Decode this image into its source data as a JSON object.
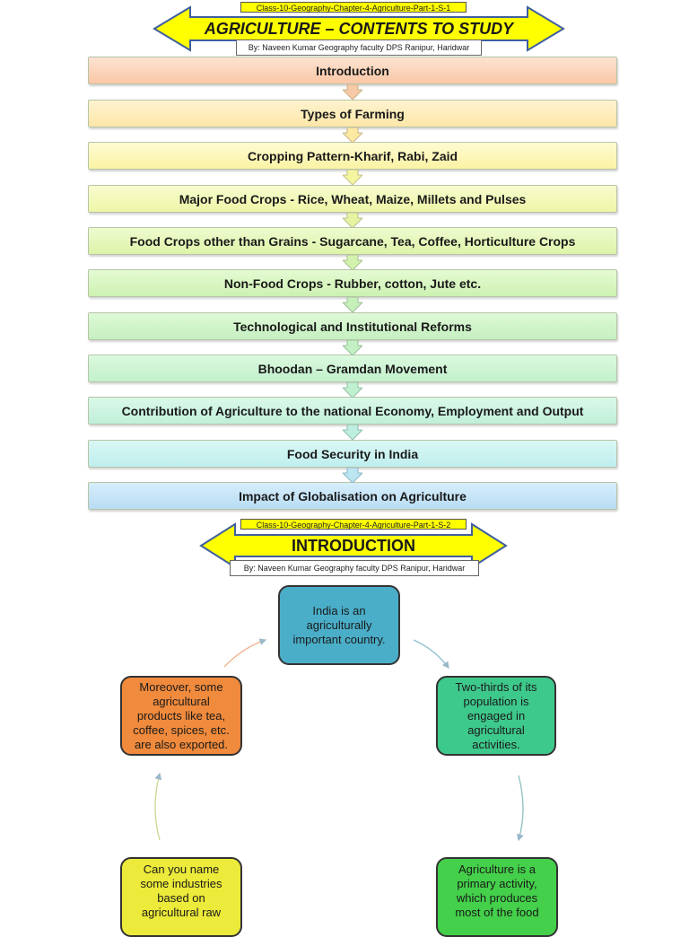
{
  "section1": {
    "tag": "Class-10-Geography-Chapter-4-Agriculture-Part-1-S-1",
    "title": "AGRICULTURE – CONTENTS TO STUDY ABOUT",
    "byline": "By: Naveen Kumar Geography faculty DPS Ranipur, Haridwar",
    "items": [
      "Introduction",
      "Types of Farming",
      "Cropping Pattern-Kharif, Rabi, Zaid",
      "Major Food Crops - Rice, Wheat, Maize, Millets and Pulses",
      "Food Crops other than Grains - Sugarcane, Tea, Coffee, Horticulture Crops",
      "Non-Food Crops - Rubber, cotton, Jute etc.",
      "Technological and Institutional Reforms",
      "Bhoodan – Gramdan Movement",
      "Contribution of Agriculture to the national Economy, Employment and Output",
      "Food Security in India",
      "Impact of Globalisation on Agriculture"
    ]
  },
  "section2": {
    "tag": "Class-10-Geography-Chapter-4-Agriculture-Part-1-S-2",
    "title": "INTRODUCTION",
    "byline": "By: Naveen Kumar Geography faculty DPS Ranipur, Haridwar",
    "cycle": {
      "top": "India is an agriculturally important country.",
      "right": "Two-thirds of its population is engaged in agricultural activities.",
      "left": "Moreover, some agricultural products like tea, coffee, spices, etc. are also exported.",
      "bottom_left": "Can you name some industries based on agricultural raw",
      "bottom_right": "Agriculture is a primary activity, which produces most of the food"
    }
  },
  "colors": {
    "banner_fill": "#ffff00",
    "banner_stroke": "#3f5f9f",
    "cycle_top": "#4aaec8",
    "cycle_right": "#3ec98c",
    "cycle_left": "#f08a3c",
    "cycle_bottom_left": "#ecea3a",
    "cycle_bottom_right": "#44d04a"
  }
}
